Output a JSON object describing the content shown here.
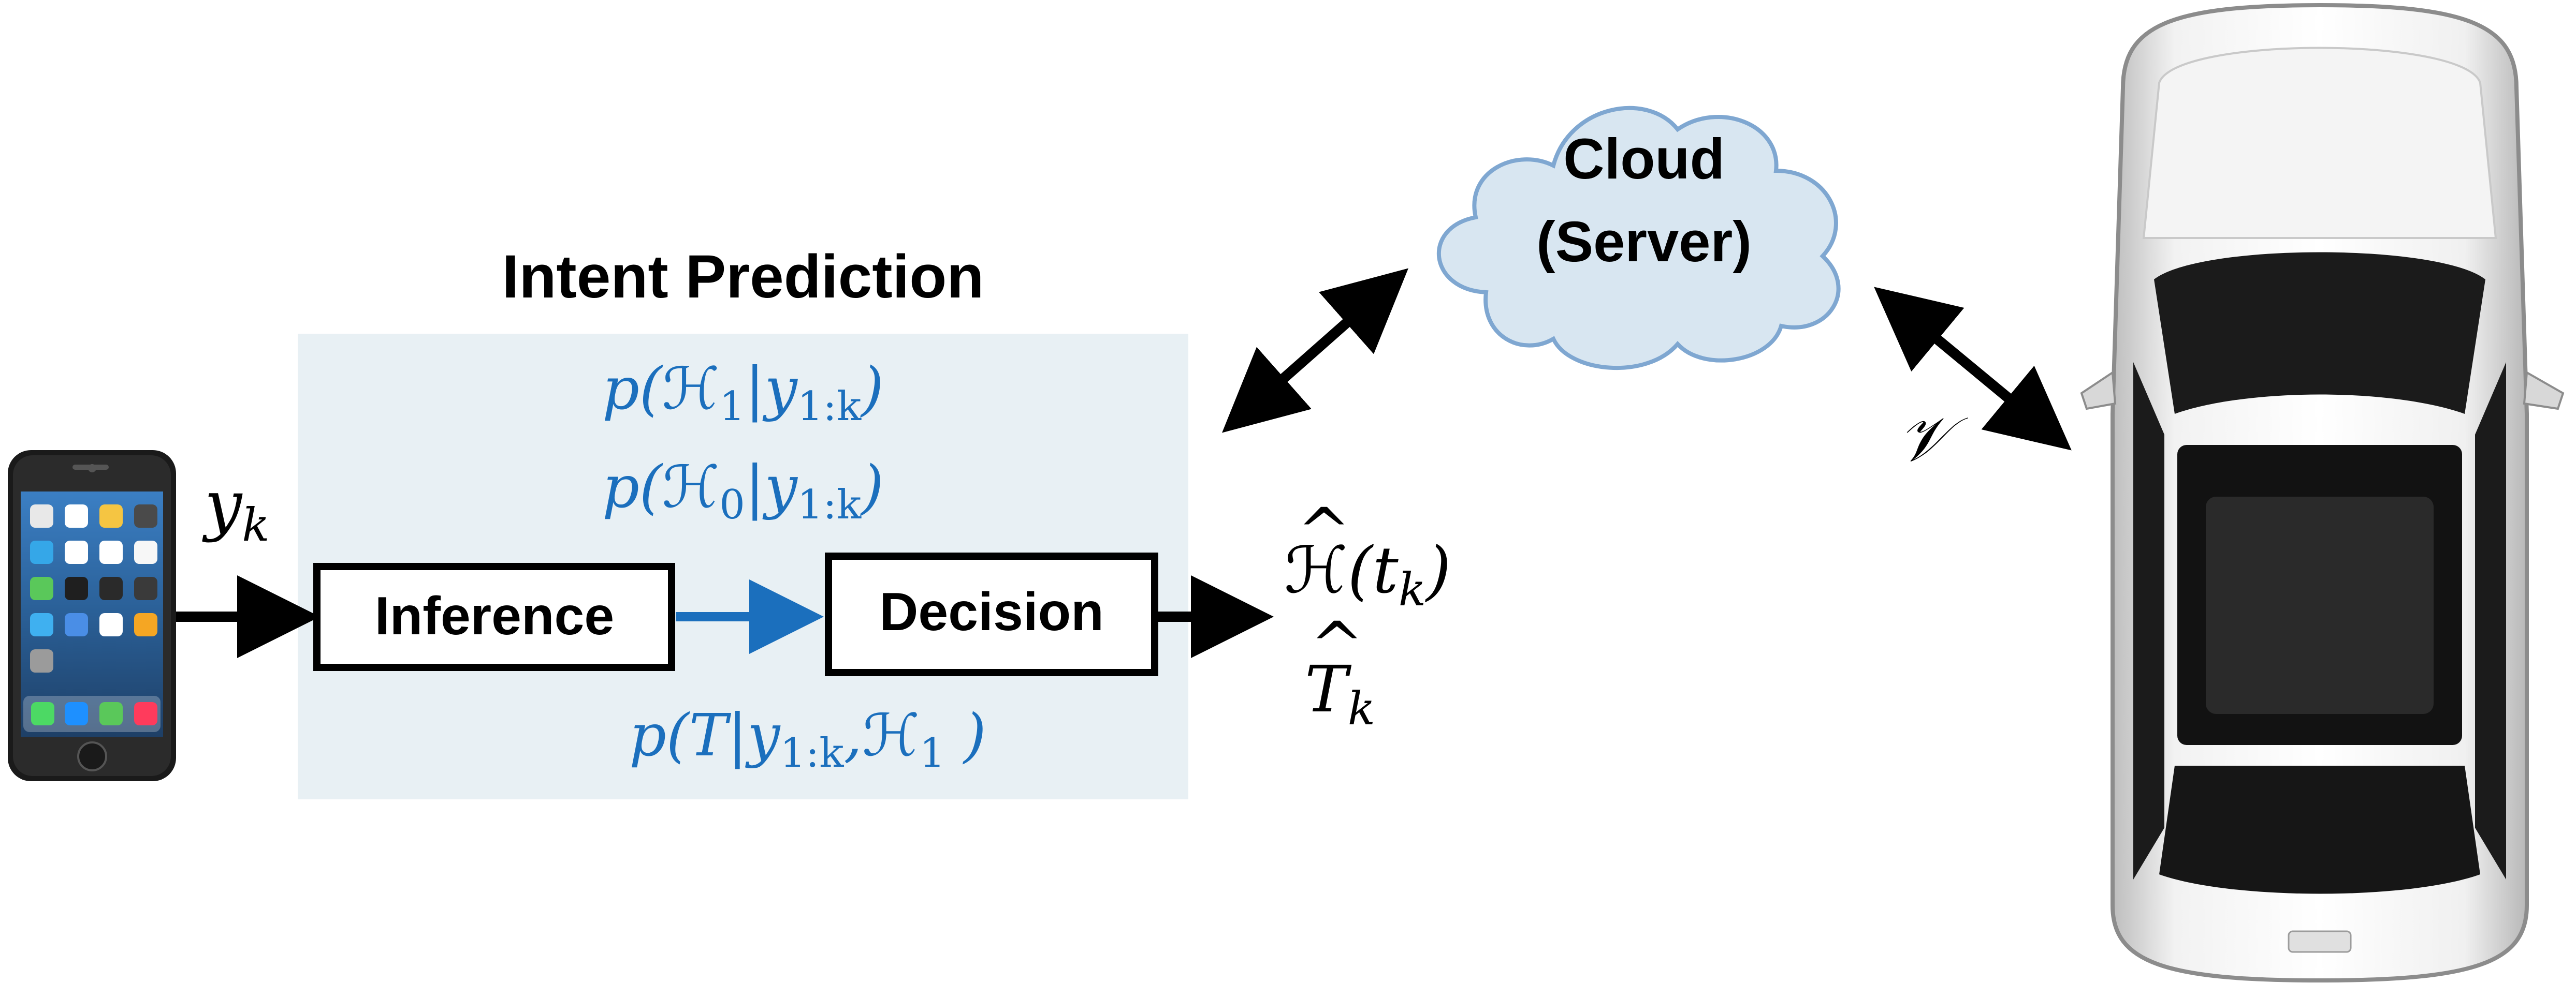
{
  "title": "Intent Prediction",
  "cloud": {
    "line1": "Cloud",
    "line2": "(Server)"
  },
  "blocks": {
    "inference": "Inference",
    "decision": "Decision"
  },
  "inputs": {
    "observation": {
      "base": "y",
      "sub": "k"
    }
  },
  "probabilities": {
    "h1": {
      "p": "p(",
      "H": "ℋ",
      "hsub": "1",
      "bar": "|y",
      "ysub": "1:k",
      "close": ")"
    },
    "h0": {
      "p": "p(",
      "H": "ℋ",
      "hsub": "0",
      "bar": "|y",
      "ysub": "1:k",
      "close": ")"
    },
    "t": {
      "p": "p(T|y",
      "ysub": "1:k",
      "sep": ",",
      "H": "ℋ",
      "hsub": "1",
      "close": " )"
    }
  },
  "outputs": {
    "h_hat": {
      "H": "ℋ",
      "hat": "^",
      "rest": "(t",
      "sub": "k",
      "close": ")"
    },
    "t_hat": {
      "base": "T",
      "hat": "^",
      "sub": "k"
    }
  },
  "link_label": "𝒱",
  "colors": {
    "panel": "#e8f0f4",
    "blue": "#1b6fbd",
    "black": "#000000",
    "cloud_fill": "#d8e6f1",
    "cloud_stroke": "#7fa7d1"
  },
  "icons": {
    "phone": "smartphone-icon",
    "car": "car-top-view-icon",
    "cloud": "cloud-icon"
  }
}
